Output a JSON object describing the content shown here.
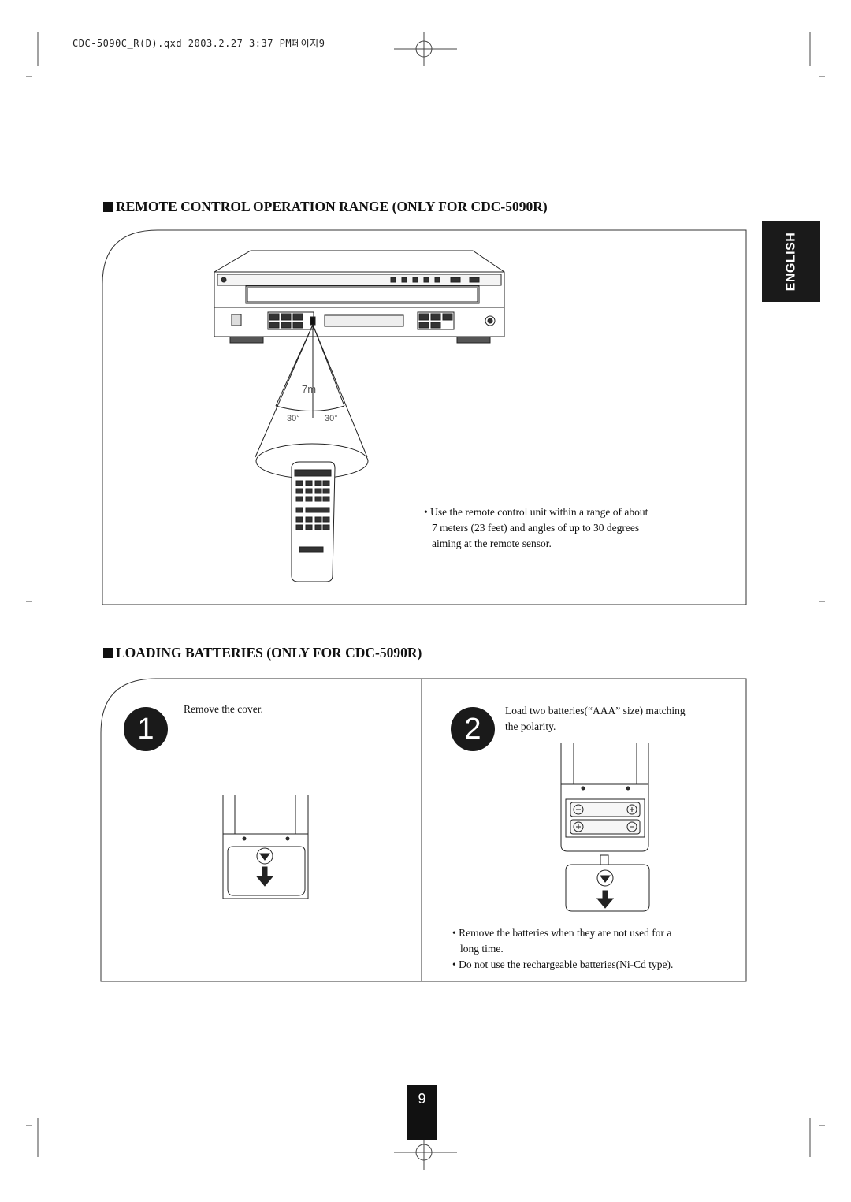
{
  "header": {
    "slug": "CDC-5090C_R(D).qxd 2003.2.27 3:37 PM페이지9"
  },
  "side_tab": {
    "label": "ENGLISH"
  },
  "remote_range": {
    "title": "REMOTE CONTROL OPERATION RANGE (ONLY FOR CDC-5090R)",
    "distance_label": "7m",
    "angle_left": "30°",
    "angle_right": "30°",
    "note_line1": "• Use the remote control unit within a range of about",
    "note_line2": "7 meters (23 feet) and angles of up to 30 degrees",
    "note_line3": "aiming at the remote sensor."
  },
  "batteries": {
    "title": "LOADING BATTERIES (ONLY FOR CDC-5090R)",
    "step1": {
      "number": "1",
      "text": "Remove the cover."
    },
    "step2": {
      "number": "2",
      "text_line1": "Load two batteries(“AAA” size) matching",
      "text_line2": "the polarity."
    },
    "note1_line1": "• Remove the batteries when they are not used for a",
    "note1_line2": "long time.",
    "note2": "• Do not use the rechargeable batteries(Ni-Cd type)."
  },
  "footer": {
    "page_number": "9"
  },
  "colors": {
    "ink": "#111111",
    "tab_bg": "#1a1a1a"
  }
}
